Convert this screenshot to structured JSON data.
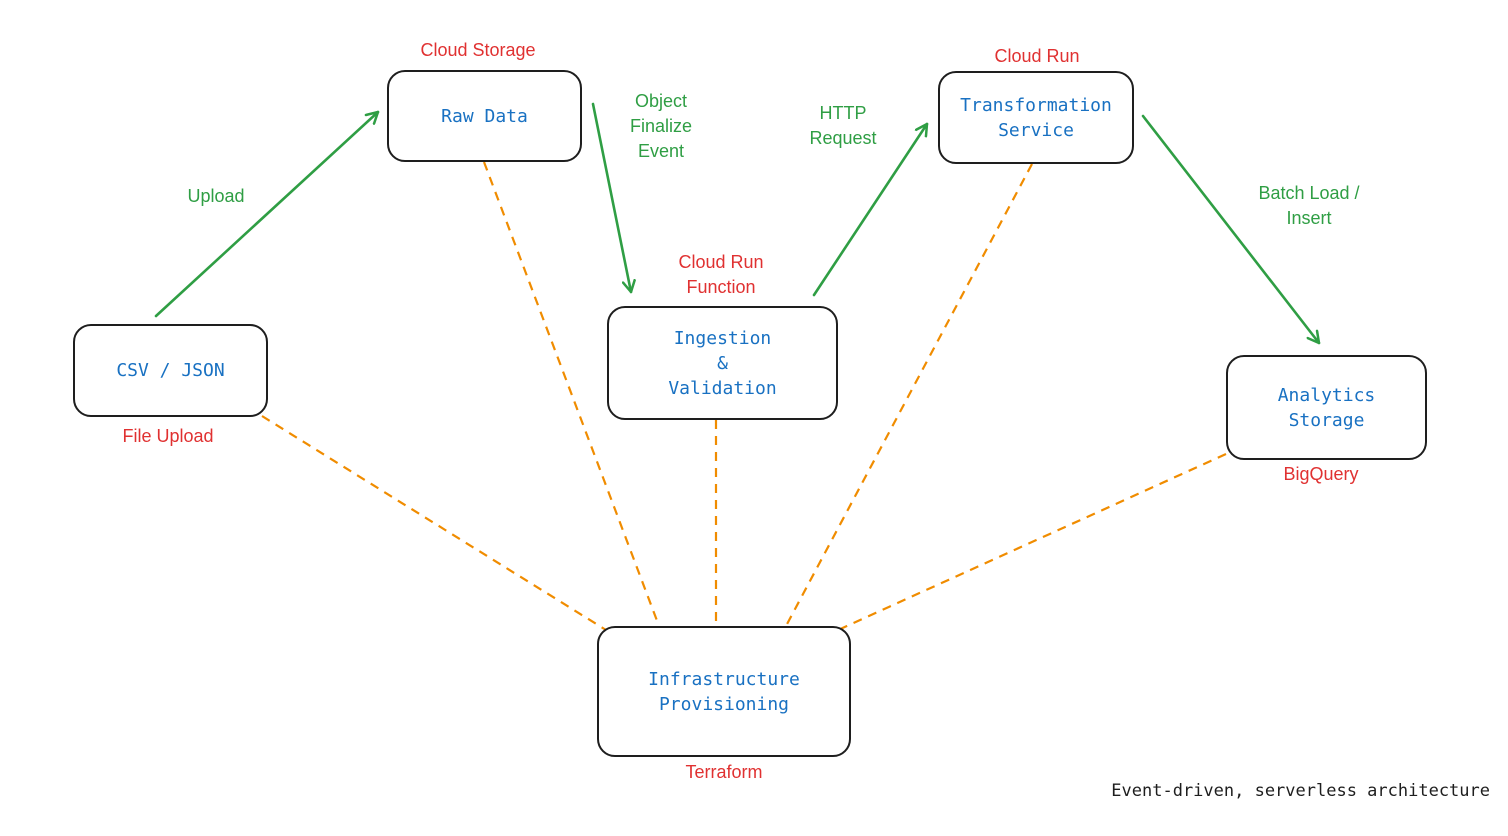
{
  "nodes": {
    "csv": {
      "label": "CSV / JSON",
      "tech": "File Upload"
    },
    "raw": {
      "label": "Raw Data",
      "tech": "Cloud Storage"
    },
    "ingest": {
      "label": "Ingestion\n&\nValidation",
      "tech": "Cloud Run\nFunction"
    },
    "transform": {
      "label": "Transformation\nService",
      "tech": "Cloud Run"
    },
    "analytics": {
      "label": "Analytics\nStorage",
      "tech": "BigQuery"
    },
    "infra": {
      "label": "Infrastructure\nProvisioning",
      "tech": "Terraform"
    }
  },
  "edges": {
    "upload": "Upload",
    "object_finalize": "Object\nFinalize\nEvent",
    "http_request": "HTTP\nRequest",
    "batch_load": "Batch Load /\nInsert"
  },
  "caption": "Event-driven, serverless architecture",
  "colors": {
    "node_text": "#1971c2",
    "tech_text": "#e03131",
    "edge_text": "#2f9e44",
    "arrow": "#2f9e44",
    "dashed": "#f08c00",
    "border": "#1e1e1e"
  }
}
